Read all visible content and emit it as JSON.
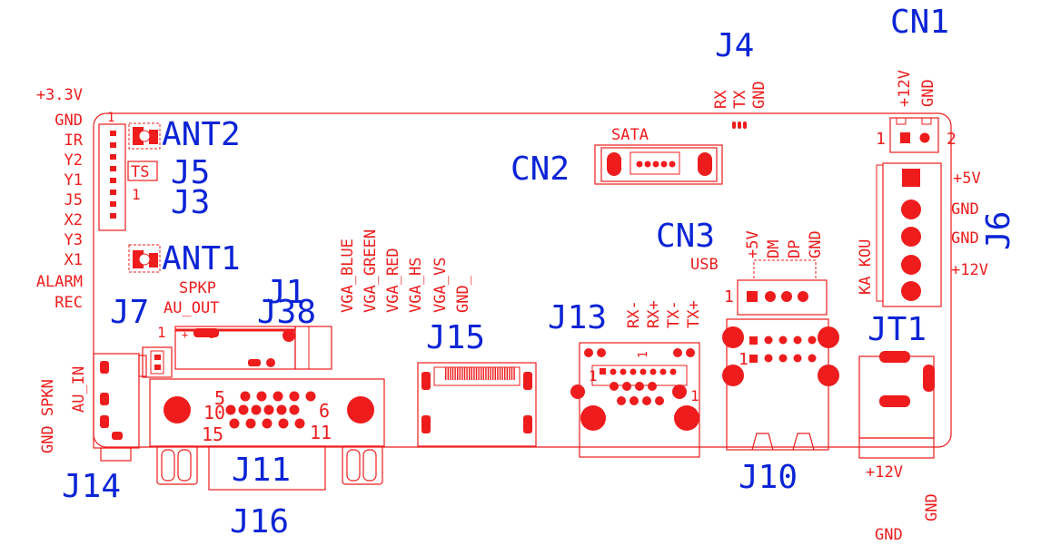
{
  "colors": {
    "silkscreen": "#ee1c1c",
    "designator": "#0b24d6",
    "background": "#ffffff"
  },
  "designators": {
    "cn1": "CN1",
    "j4": "J4",
    "ant2": "ANT2",
    "j5": "J5",
    "j3": "J3",
    "cn2": "CN2",
    "cn3": "CN3",
    "j6": "J6",
    "ant1": "ANT1",
    "j1": "J1",
    "j7": "J7",
    "j38": "J38",
    "j15": "J15",
    "j13": "J13",
    "jt1": "JT1",
    "j14": "J14",
    "j11": "J11",
    "j16": "J16",
    "j10": "J10"
  },
  "labels": {
    "v33": "+3.3V",
    "gnd": "GND",
    "ir": "IR",
    "y2": "Y2",
    "y1": "Y1",
    "j5": "J5",
    "x2": "X2",
    "y3": "Y3",
    "x1": "X1",
    "alarm": "ALARM",
    "rec": "REC",
    "ts": "TS",
    "pin1": "1",
    "pin2": "2",
    "sata": "SATA",
    "usb": "USB",
    "rx": "RX",
    "tx": "TX",
    "p12v": "+12V",
    "p5v": "+5V",
    "dm": "DM",
    "dp": "DP",
    "ka_kou": "KA KOU",
    "vga_blue": "VGA_BLUE",
    "vga_green": "VGA_GREEN",
    "vga_red": "VGA_RED",
    "vga_hs": "VGA_HS",
    "vga_vs": "VGA_VS",
    "gnd_": "GND_",
    "spkp": "SPKP",
    "au_out": "AU_OUT",
    "au_in": "AU_IN",
    "gnd_spkn": "GND SPKN",
    "rxm": "RX-",
    "rxp": "RX+",
    "txm": "TX-",
    "txp": "TX+",
    "n5": "5",
    "n6": "6",
    "n10": "10",
    "n11": "11",
    "n15": "15"
  }
}
